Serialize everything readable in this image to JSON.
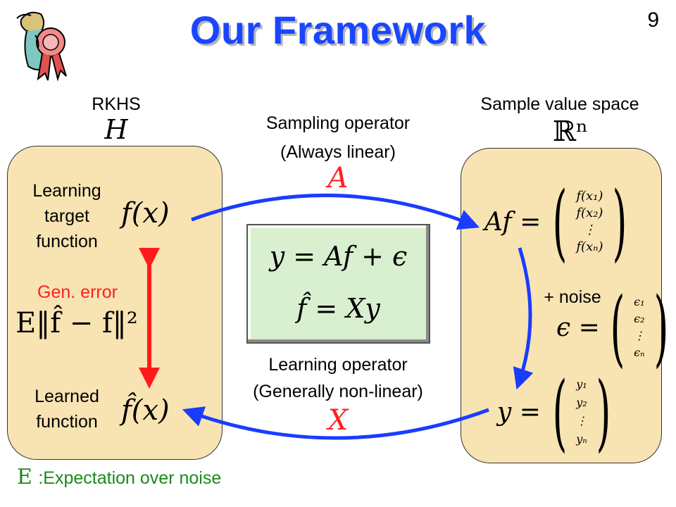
{
  "slide": {
    "title": "Our Framework",
    "page_number": "9"
  },
  "left": {
    "space_label": "RKHS",
    "space_symbol": "H",
    "target_label": [
      "Learning",
      "target",
      "function"
    ],
    "target_expr": "f(x)",
    "gen_error_label": "Gen. error",
    "gen_error_expr": "E‖f̂ − f‖²",
    "learned_label": [
      "Learned",
      "function"
    ],
    "learned_expr": "f̂(x)"
  },
  "right": {
    "space_label": "Sample value space",
    "space_symbol": "ℝⁿ",
    "af_expr": "Af =",
    "af_vector": [
      "f(x₁)",
      "f(x₂)",
      "⋮",
      "f(xₙ)"
    ],
    "noise_label": "+ noise",
    "eps_expr": "ϵ =",
    "eps_vector": [
      "ϵ₁",
      "ϵ₂",
      "⋮",
      "ϵₙ"
    ],
    "y_expr": "y =",
    "y_vector": [
      "y₁",
      "y₂",
      "⋮",
      "yₙ"
    ]
  },
  "top_arrow": {
    "label_line1": "Sampling operator",
    "label_line2": "(Always linear)",
    "symbol": "A"
  },
  "bottom_arrow": {
    "label_line1": "Learning operator",
    "label_line2": "(Generally non-linear)",
    "symbol": "X"
  },
  "center": {
    "eq1": "y = Af + ϵ",
    "eq2": "f̂ = Xy"
  },
  "footnote": {
    "symbol": "E",
    "text": ":Expectation over noise"
  },
  "colors": {
    "title": "#1a46ff",
    "arrow_blue": "#1a3cff",
    "arrow_red": "#ff1a1a",
    "panel_fill": "#f8e3b2",
    "center_fill": "#d8efd0",
    "footnote_green": "#1a8a1a",
    "gen_error_red": "#ff2020"
  },
  "icons": {
    "mascot": "ribbon-award-mascot-icon"
  }
}
